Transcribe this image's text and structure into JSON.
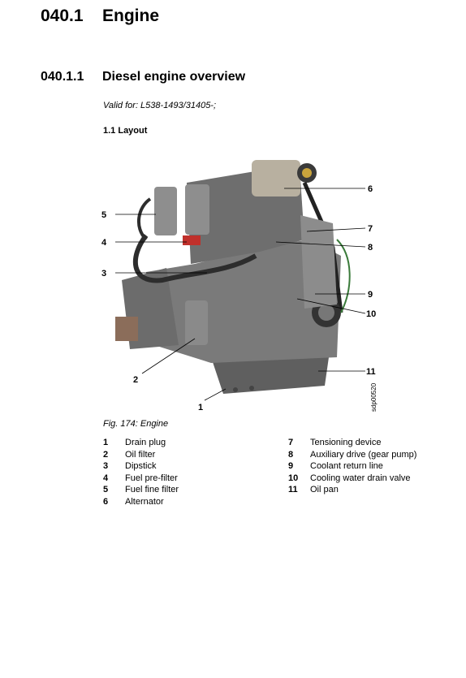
{
  "heading1": {
    "number": "040.1",
    "title": "Engine"
  },
  "heading2": {
    "number": "040.1.1",
    "title": "Diesel engine overview"
  },
  "valid_for": "Valid for: L538-1493/31405-;",
  "layout_title": "1.1 Layout",
  "figure": {
    "caption": "Fig. 174: Engine",
    "side_code": "sdp00520",
    "callouts": [
      "1",
      "2",
      "3",
      "4",
      "5",
      "6",
      "7",
      "8",
      "9",
      "10",
      "11"
    ]
  },
  "legend_left": [
    {
      "num": "1",
      "label": "Drain plug"
    },
    {
      "num": "2",
      "label": "Oil filter"
    },
    {
      "num": "3",
      "label": "Dipstick"
    },
    {
      "num": "4",
      "label": "Fuel pre-filter"
    },
    {
      "num": "5",
      "label": "Fuel fine filter"
    },
    {
      "num": "6",
      "label": "Alternator"
    }
  ],
  "legend_right": [
    {
      "num": "7",
      "label": "Tensioning device"
    },
    {
      "num": "8",
      "label": "Auxiliary drive (gear pump)"
    },
    {
      "num": "9",
      "label": "Coolant return line"
    },
    {
      "num": "10",
      "label": "Cooling water drain valve"
    },
    {
      "num": "11",
      "label": "Oil pan"
    }
  ]
}
